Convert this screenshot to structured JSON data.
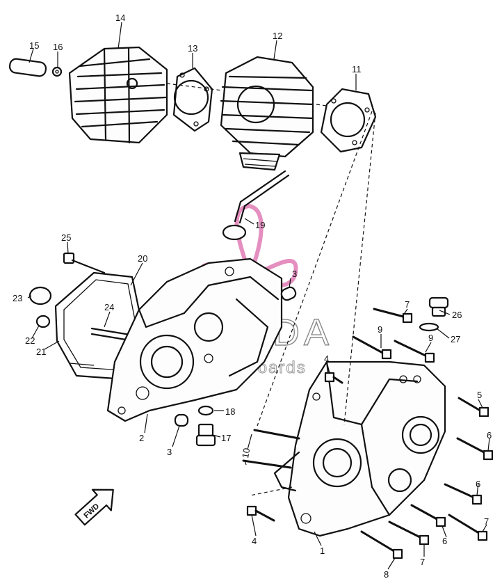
{
  "diagram": {
    "callouts": [
      "15",
      "16",
      "14",
      "13",
      "12",
      "11",
      "19",
      "25",
      "20",
      "3",
      "23",
      "24",
      "22",
      "21",
      "7",
      "26",
      "9",
      "9",
      "27",
      "4",
      "5",
      "6",
      "2",
      "3",
      "18",
      "17",
      "10",
      "6",
      "1",
      "6",
      "4",
      "7",
      "8",
      "7",
      "6"
    ],
    "fwd_label": "FWD",
    "watermark": {
      "brand": "ARMADA",
      "tagline": "marine outboards",
      "color": "#e58fc0"
    }
  }
}
